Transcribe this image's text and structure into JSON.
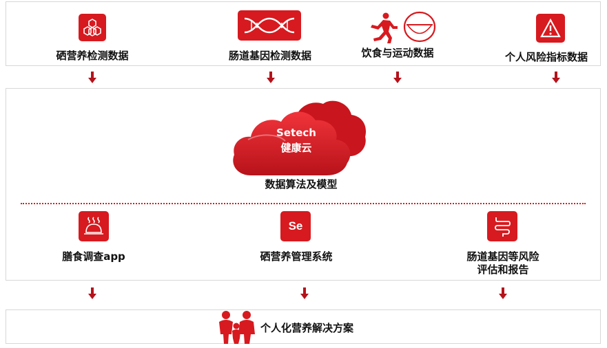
{
  "sources": [
    {
      "label": "硒营养检测数据",
      "icon": "hexagon-molecule-icon"
    },
    {
      "label": "肠道基因检测数据",
      "icon": "dna-icon"
    },
    {
      "label": "饮食与运动数据",
      "icon": "runner-and-bowl-icon"
    },
    {
      "label": "个人风险指标数据",
      "icon": "warning-icon"
    }
  ],
  "cloud": {
    "line1": "Setech",
    "line2": "健康云",
    "caption": "数据算法及模型"
  },
  "outputs": [
    {
      "label": "膳食调查app",
      "icon": "food-cloche-icon"
    },
    {
      "label": "硒营养管理系统",
      "icon": "se-icon",
      "icon_text": "Se"
    },
    {
      "label_line1": "肠道基因等风险",
      "label_line2": "评估和报告",
      "icon": "intestine-icon"
    }
  ],
  "result": {
    "label": "个人化营养解决方案",
    "icon": "family-icon"
  },
  "colors": {
    "accent": "#d71a1f",
    "arrow": "#b5121b",
    "border": "#d7d7d7"
  }
}
